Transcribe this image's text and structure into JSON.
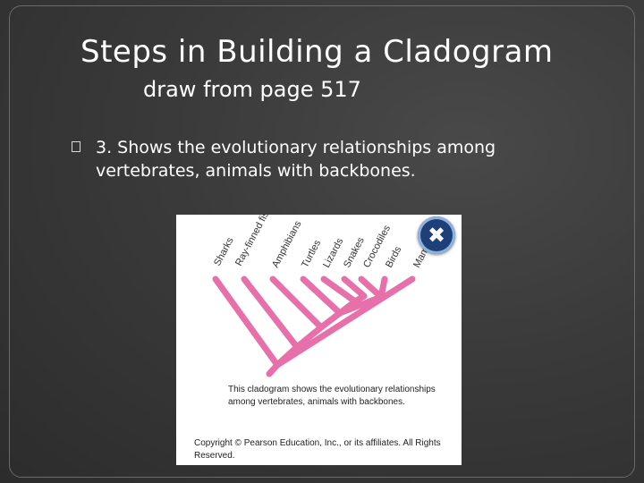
{
  "slide": {
    "title": "Steps in Building a Cladogram",
    "subtitle": "draw from page 517",
    "bullet_text": "3. Shows the evolutionary relationships among vertebrates, animals with backbones."
  },
  "figure": {
    "taxa": [
      "Sharks",
      "Ray-finned fishes",
      "Amphibians",
      "Turtles",
      "Lizards",
      "Snakes",
      "Crocodiles",
      "Birds",
      "Mammals"
    ],
    "caption": "This cladogram shows the evolutionary relationships among vertebrates, animals with backbones.",
    "copyright": "Copyright © Pearson Education, Inc., or its affiliates. All Rights Reserved.",
    "close_symbol": "✖",
    "branch_color": "#e870aa"
  }
}
